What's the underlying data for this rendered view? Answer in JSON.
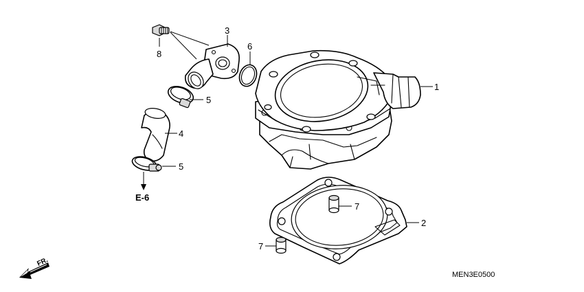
{
  "callouts": {
    "c1": "1",
    "c2": "2",
    "c3": "3",
    "c4": "4",
    "c5a": "5",
    "c5b": "5",
    "c6": "6",
    "c7a": "7",
    "c7b": "7",
    "c8": "8"
  },
  "reference_code": "E-6",
  "direction_label": "FR.",
  "diagram_code": "MEN3E0500"
}
